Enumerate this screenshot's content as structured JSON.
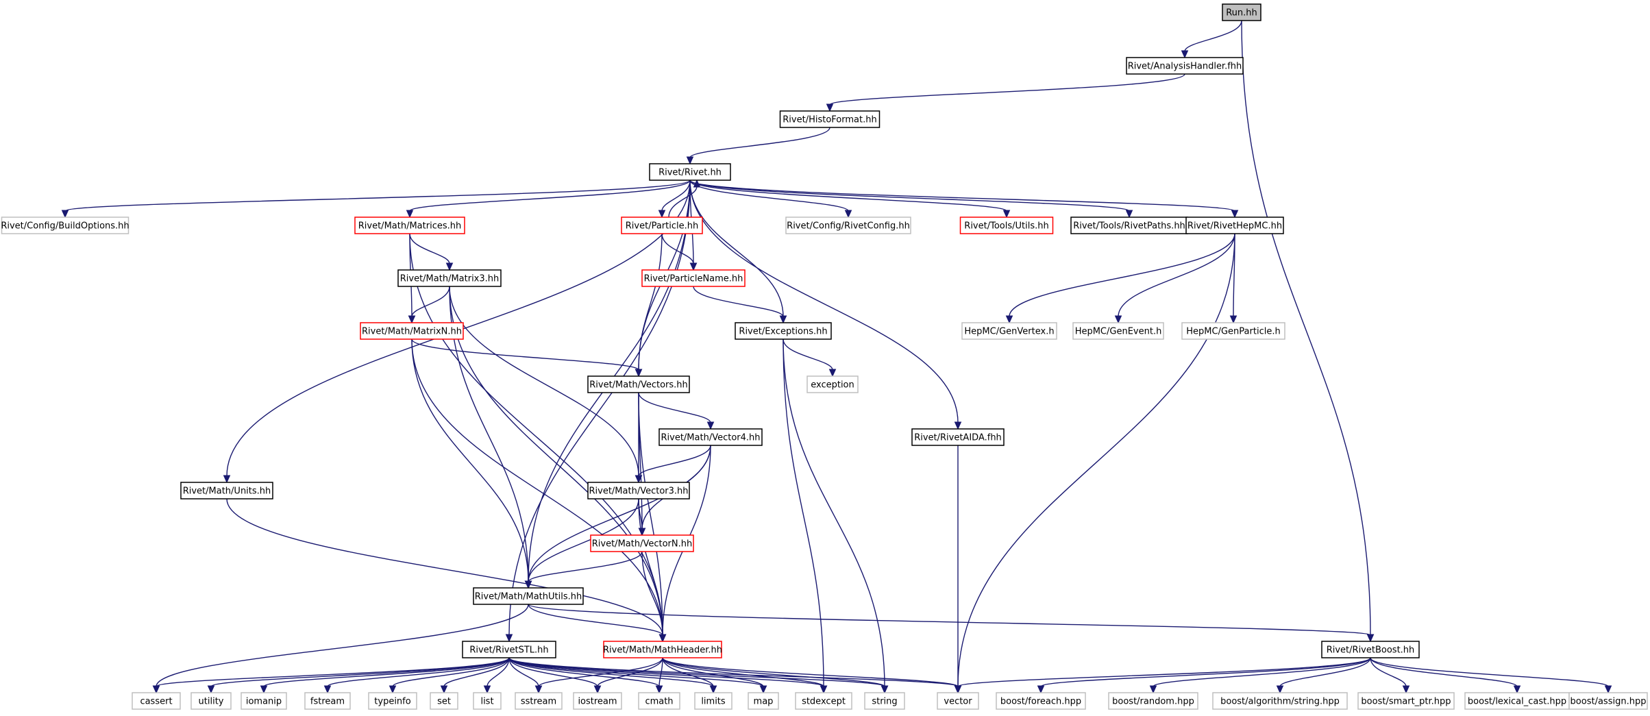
{
  "colors": {
    "edge": "#191970",
    "root_fill": "#bfbfbf",
    "border_normal": "#000000",
    "border_truncated": "#ff0000",
    "border_system": "#bfbfbf"
  },
  "nodes": {
    "run": {
      "label": "Run.hh",
      "kind": "root"
    },
    "analysishandler": {
      "label": "Rivet/AnalysisHandler.fhh",
      "kind": "normal"
    },
    "histoformat": {
      "label": "Rivet/HistoFormat.hh",
      "kind": "normal"
    },
    "rivet": {
      "label": "Rivet/Rivet.hh",
      "kind": "normal"
    },
    "buildoptions": {
      "label": "Rivet/Config/BuildOptions.hh",
      "kind": "system"
    },
    "matrices": {
      "label": "Rivet/Math/Matrices.hh",
      "kind": "truncated"
    },
    "particle": {
      "label": "Rivet/Particle.hh",
      "kind": "truncated"
    },
    "rivetconfig": {
      "label": "Rivet/Config/RivetConfig.hh",
      "kind": "system"
    },
    "utils": {
      "label": "Rivet/Tools/Utils.hh",
      "kind": "truncated"
    },
    "rivetpaths": {
      "label": "Rivet/Tools/RivetPaths.hh",
      "kind": "normal"
    },
    "rivethepmc": {
      "label": "Rivet/RivetHepMC.hh",
      "kind": "normal"
    },
    "matrix3": {
      "label": "Rivet/Math/Matrix3.hh",
      "kind": "normal"
    },
    "particlename": {
      "label": "Rivet/ParticleName.hh",
      "kind": "truncated"
    },
    "genvertex": {
      "label": "HepMC/GenVertex.h",
      "kind": "system"
    },
    "genevent": {
      "label": "HepMC/GenEvent.h",
      "kind": "system"
    },
    "genparticle": {
      "label": "HepMC/GenParticle.h",
      "kind": "system"
    },
    "matrixn": {
      "label": "Rivet/Math/MatrixN.hh",
      "kind": "truncated"
    },
    "exceptions": {
      "label": "Rivet/Exceptions.hh",
      "kind": "normal"
    },
    "vectors": {
      "label": "Rivet/Math/Vectors.hh",
      "kind": "normal"
    },
    "exception": {
      "label": "exception",
      "kind": "system"
    },
    "vector4": {
      "label": "Rivet/Math/Vector4.hh",
      "kind": "normal"
    },
    "rivetaida": {
      "label": "Rivet/RivetAIDA.fhh",
      "kind": "normal"
    },
    "units": {
      "label": "Rivet/Math/Units.hh",
      "kind": "normal"
    },
    "vector3": {
      "label": "Rivet/Math/Vector3.hh",
      "kind": "normal"
    },
    "vectorn": {
      "label": "Rivet/Math/VectorN.hh",
      "kind": "truncated"
    },
    "mathutils": {
      "label": "Rivet/Math/MathUtils.hh",
      "kind": "normal"
    },
    "rivetstl": {
      "label": "Rivet/RivetSTL.hh",
      "kind": "normal"
    },
    "mathheader": {
      "label": "Rivet/Math/MathHeader.hh",
      "kind": "truncated"
    },
    "rivetboost": {
      "label": "Rivet/RivetBoost.hh",
      "kind": "normal"
    },
    "cassert": {
      "label": "cassert",
      "kind": "system"
    },
    "utility": {
      "label": "utility",
      "kind": "system"
    },
    "iomanip": {
      "label": "iomanip",
      "kind": "system"
    },
    "fstream": {
      "label": "fstream",
      "kind": "system"
    },
    "typeinfo": {
      "label": "typeinfo",
      "kind": "system"
    },
    "set": {
      "label": "set",
      "kind": "system"
    },
    "list": {
      "label": "list",
      "kind": "system"
    },
    "sstream": {
      "label": "sstream",
      "kind": "system"
    },
    "iostream": {
      "label": "iostream",
      "kind": "system"
    },
    "cmath": {
      "label": "cmath",
      "kind": "system"
    },
    "limits": {
      "label": "limits",
      "kind": "system"
    },
    "map": {
      "label": "map",
      "kind": "system"
    },
    "stdexcept": {
      "label": "stdexcept",
      "kind": "system"
    },
    "string": {
      "label": "string",
      "kind": "system"
    },
    "vector": {
      "label": "vector",
      "kind": "system"
    },
    "bforeach": {
      "label": "boost/foreach.hpp",
      "kind": "system"
    },
    "brandom": {
      "label": "boost/random.hpp",
      "kind": "system"
    },
    "balgostring": {
      "label": "boost/algorithm/string.hpp",
      "kind": "system"
    },
    "bsmartptr": {
      "label": "boost/smart_ptr.hpp",
      "kind": "system"
    },
    "blexical": {
      "label": "boost/lexical_cast.hpp",
      "kind": "system"
    },
    "bassign": {
      "label": "boost/assign.hpp",
      "kind": "system"
    }
  },
  "edges": [
    [
      "run",
      "analysishandler"
    ],
    [
      "run",
      "rivetboost"
    ],
    [
      "analysishandler",
      "histoformat"
    ],
    [
      "histoformat",
      "rivet"
    ],
    [
      "rivet",
      "buildoptions"
    ],
    [
      "rivet",
      "matrices"
    ],
    [
      "rivet",
      "particle"
    ],
    [
      "rivet",
      "rivetconfig"
    ],
    [
      "rivet",
      "utils"
    ],
    [
      "rivet",
      "rivetpaths"
    ],
    [
      "rivet",
      "rivethepmc"
    ],
    [
      "rivet",
      "particlename"
    ],
    [
      "rivet",
      "exceptions"
    ],
    [
      "rivet",
      "vectors"
    ],
    [
      "rivet",
      "rivetaida"
    ],
    [
      "rivet",
      "units"
    ],
    [
      "rivet",
      "mathutils"
    ],
    [
      "rivet",
      "rivetstl"
    ],
    [
      "particle",
      "rivet"
    ],
    [
      "particle",
      "particlename"
    ],
    [
      "particle",
      "vectors"
    ],
    [
      "matrices",
      "matrix3"
    ],
    [
      "matrices",
      "matrixn"
    ],
    [
      "matrices",
      "mathheader"
    ],
    [
      "matrix3",
      "matrixn"
    ],
    [
      "matrix3",
      "vector3"
    ],
    [
      "matrix3",
      "mathutils"
    ],
    [
      "matrix3",
      "mathheader"
    ],
    [
      "matrixn",
      "vectors"
    ],
    [
      "matrixn",
      "mathutils"
    ],
    [
      "matrixn",
      "mathheader"
    ],
    [
      "particlename",
      "exceptions"
    ],
    [
      "exceptions",
      "exception"
    ],
    [
      "exceptions",
      "stdexcept"
    ],
    [
      "exceptions",
      "string"
    ],
    [
      "rivethepmc",
      "genvertex"
    ],
    [
      "rivethepmc",
      "genevent"
    ],
    [
      "rivethepmc",
      "genparticle"
    ],
    [
      "rivethepmc",
      "vector"
    ],
    [
      "vectors",
      "vector4"
    ],
    [
      "vectors",
      "vector3"
    ],
    [
      "vectors",
      "vectorn"
    ],
    [
      "vectors",
      "mathheader"
    ],
    [
      "vector4",
      "vector3"
    ],
    [
      "vector4",
      "vectorn"
    ],
    [
      "vector4",
      "mathutils"
    ],
    [
      "vector4",
      "mathheader"
    ],
    [
      "vector3",
      "vectorn"
    ],
    [
      "vector3",
      "mathutils"
    ],
    [
      "vector3",
      "mathheader"
    ],
    [
      "vectorn",
      "mathutils"
    ],
    [
      "vectorn",
      "mathheader"
    ],
    [
      "rivetaida",
      "vector"
    ],
    [
      "units",
      "mathheader"
    ],
    [
      "mathutils",
      "mathheader"
    ],
    [
      "mathutils",
      "rivetboost"
    ],
    [
      "mathutils",
      "cassert"
    ],
    [
      "rivetstl",
      "cassert"
    ],
    [
      "rivetstl",
      "utility"
    ],
    [
      "rivetstl",
      "iomanip"
    ],
    [
      "rivetstl",
      "fstream"
    ],
    [
      "rivetstl",
      "typeinfo"
    ],
    [
      "rivetstl",
      "set"
    ],
    [
      "rivetstl",
      "list"
    ],
    [
      "rivetstl",
      "sstream"
    ],
    [
      "rivetstl",
      "iostream"
    ],
    [
      "rivetstl",
      "cmath"
    ],
    [
      "rivetstl",
      "limits"
    ],
    [
      "rivetstl",
      "map"
    ],
    [
      "rivetstl",
      "stdexcept"
    ],
    [
      "rivetstl",
      "string"
    ],
    [
      "rivetstl",
      "vector"
    ],
    [
      "mathheader",
      "sstream"
    ],
    [
      "mathheader",
      "iostream"
    ],
    [
      "mathheader",
      "cmath"
    ],
    [
      "mathheader",
      "limits"
    ],
    [
      "mathheader",
      "map"
    ],
    [
      "mathheader",
      "stdexcept"
    ],
    [
      "mathheader",
      "string"
    ],
    [
      "mathheader",
      "vector"
    ],
    [
      "rivetboost",
      "vector"
    ],
    [
      "rivetboost",
      "bforeach"
    ],
    [
      "rivetboost",
      "brandom"
    ],
    [
      "rivetboost",
      "balgostring"
    ],
    [
      "rivetboost",
      "bsmartptr"
    ],
    [
      "rivetboost",
      "blexical"
    ],
    [
      "rivetboost",
      "bassign"
    ]
  ]
}
